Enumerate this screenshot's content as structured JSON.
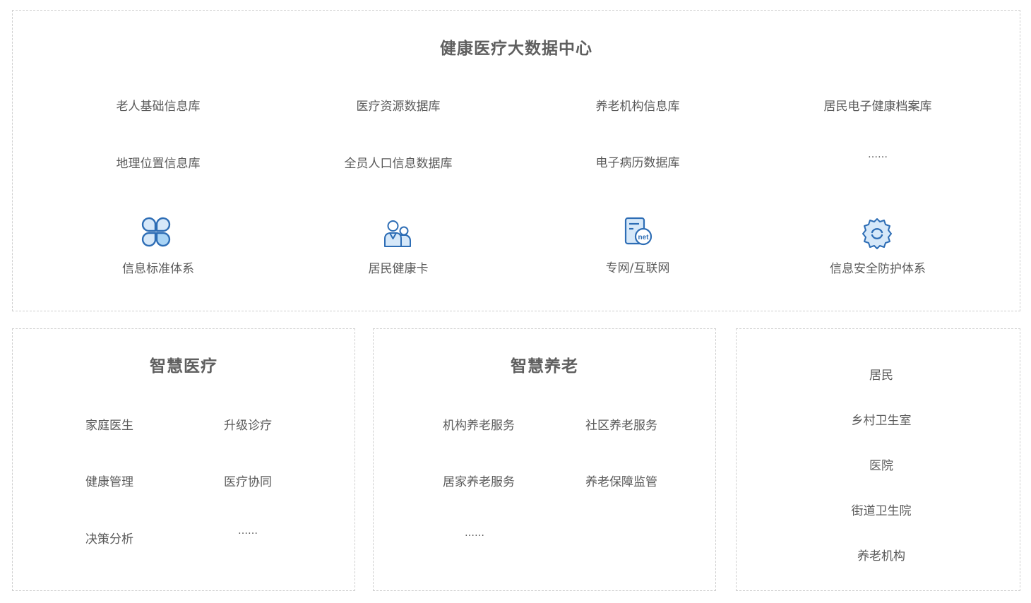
{
  "colors": {
    "icon_stroke": "#2d6db5",
    "icon_fill": "#d6e8f9",
    "icon_fill_accent": "#a9d4f5",
    "text": "#5a5a5a",
    "title": "#5f5f5f",
    "border": "#cfcfcf"
  },
  "data_center": {
    "title": "健康医疗大数据中心",
    "databases": [
      "老人基础信息库",
      "医疗资源数据库",
      "养老机构信息库",
      "居民电子健康档案库",
      "地理位置信息库",
      "全员人口信息数据库",
      "电子病历数据库",
      "……"
    ],
    "foundations": [
      {
        "icon": "clover-icon",
        "label": "信息标准体系"
      },
      {
        "icon": "users-icon",
        "label": "居民健康卡"
      },
      {
        "icon": "network-doc-icon",
        "label": "专网/互联网",
        "icon_text": "net"
      },
      {
        "icon": "gear-icon",
        "label": "信息安全防护体系"
      }
    ]
  },
  "smart_medical": {
    "title": "智慧医疗",
    "items": [
      "家庭医生",
      "升级诊疗",
      "健康管理",
      "医疗协同",
      "决策分析",
      "……"
    ]
  },
  "smart_elderly": {
    "title": "智慧养老",
    "items": [
      "机构养老服务",
      "社区养老服务",
      "居家养老服务",
      "养老保障监管",
      "……"
    ]
  },
  "participants": {
    "items": [
      "居民",
      "乡村卫生室",
      "医院",
      "街道卫生院",
      "养老机构"
    ]
  }
}
